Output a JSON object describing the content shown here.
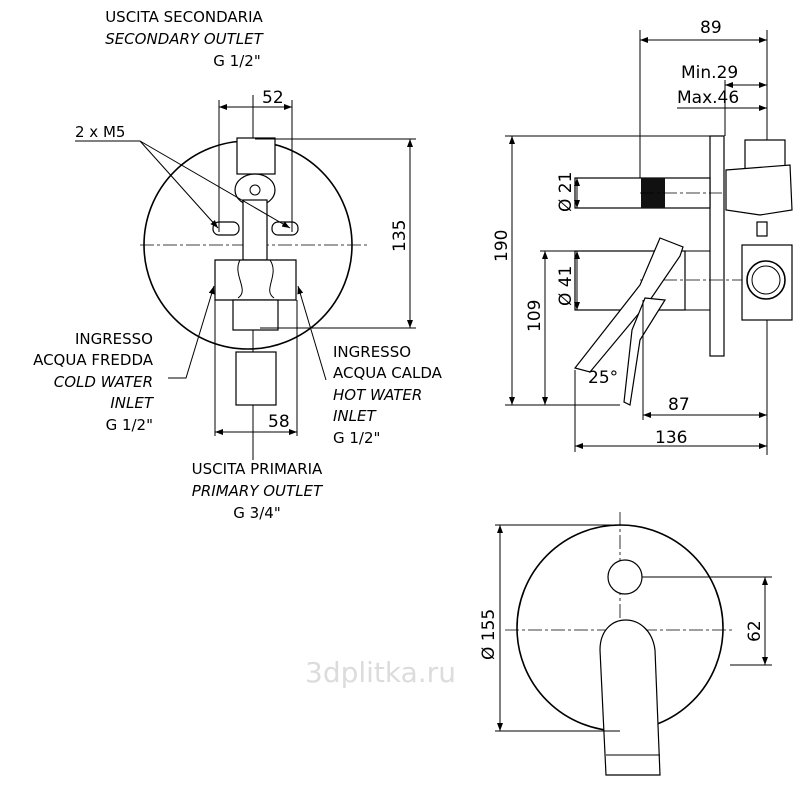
{
  "top_outlet": {
    "line1": "USCITA SECONDARIA",
    "line2": "SECONDARY OUTLET",
    "line3": "G 1/2\""
  },
  "bottom_outlet": {
    "line1": "USCITA PRIMARIA",
    "line2": "PRIMARY OUTLET",
    "line3": "G 3/4\""
  },
  "cold_inlet": {
    "line1": "INGRESSO",
    "line2": "ACQUA FREDDA",
    "line3": "COLD WATER",
    "line4": "INLET",
    "line5": "G 1/2\""
  },
  "hot_inlet": {
    "line1": "INGRESSO",
    "line2": "ACQUA CALDA",
    "line3": "HOT WATER",
    "line4": "INLET",
    "line5": "G 1/2\""
  },
  "screws": "2 x M5",
  "front_dims": {
    "width_top": "52",
    "height": "135",
    "width_bottom": "58"
  },
  "side_dims": {
    "depth": "89",
    "min": "Min.29",
    "max": "Max.46",
    "dia_small": "Ø 21",
    "dia_large": "Ø 41",
    "height": "190",
    "axis_height": "109",
    "angle": "25°",
    "projection": "87",
    "total": "136"
  },
  "plate_dims": {
    "diameter": "Ø 155",
    "offset": "62"
  },
  "watermark": "3dplitka.ru"
}
